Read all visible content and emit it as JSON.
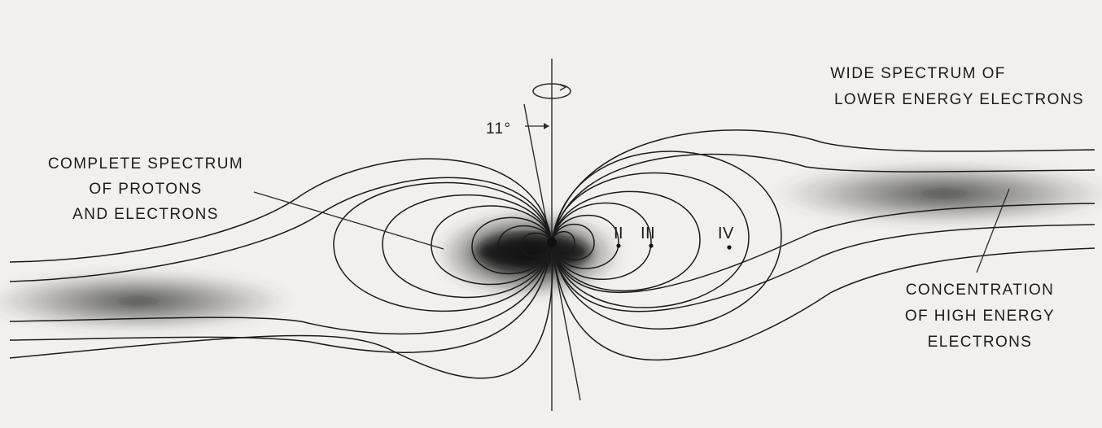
{
  "labels": {
    "outer_top_right": [
      "WIDE SPECTRUM OF",
      "LOWER ENERGY ELECTRONS"
    ],
    "inner_belt": [
      "COMPLETE SPECTRUM",
      "OF PROTONS",
      "AND ELECTRONS"
    ],
    "concentration": [
      "CONCENTRATION",
      "OF HIGH ENERGY",
      "ELECTRONS"
    ],
    "tilt_angle": "11°"
  },
  "markers": [
    "II",
    "III",
    "IV"
  ],
  "colors": {
    "background": "#f1f0ec",
    "ink": "#1c1c1c",
    "belt_shading": "#1a1a1a"
  }
}
